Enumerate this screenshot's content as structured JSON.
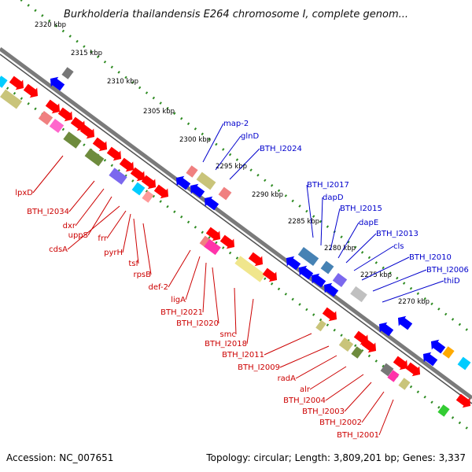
{
  "title": "Burkholderia thailandensis E264 chromosome I, complete genom...",
  "footer": {
    "accession": "Accession: NC_007651",
    "summary": "Topology: circular; Length: 3,809,201 bp; Genes: 3,337"
  },
  "colors": {
    "forward": "#ff0000",
    "reverse": "#0000ff",
    "backbone": "#7a7a7a",
    "tick_track": "#2e8b22",
    "forward_label": "#cc0000",
    "reverse_label": "#0000cc"
  },
  "scale": {
    "unit": "kbp",
    "ticks": [
      "2320 kbp",
      "2315 kbp",
      "2310 kbp",
      "2305 kbp",
      "2300 kbp",
      "2295 kbp",
      "2290 kbp",
      "2285 kbp",
      "2280 kbp",
      "2275 kbp",
      "2270 kbp"
    ]
  },
  "labels_forward": [
    "lpxD",
    "BTH_I2034",
    "dxr",
    "uppS",
    "cdsA",
    "frr",
    "pyrH",
    "tsf",
    "rpsB",
    "def-2",
    "ligA",
    "BTH_I2021",
    "BTH_I2020",
    "smc",
    "BTH_I2018",
    "BTH_I2011",
    "BTH_I2009",
    "radA",
    "alr",
    "BTH_I2004",
    "BTH_I2003",
    "BTH_I2002",
    "BTH_I2001"
  ],
  "labels_reverse": [
    "map-2",
    "glnD",
    "BTH_I2024",
    "BTH_I2017",
    "dapD",
    "BTH_I2015",
    "dapE",
    "BTH_I2013",
    "cls",
    "BTH_I2010",
    "BTH_I2006",
    "thiD"
  ]
}
